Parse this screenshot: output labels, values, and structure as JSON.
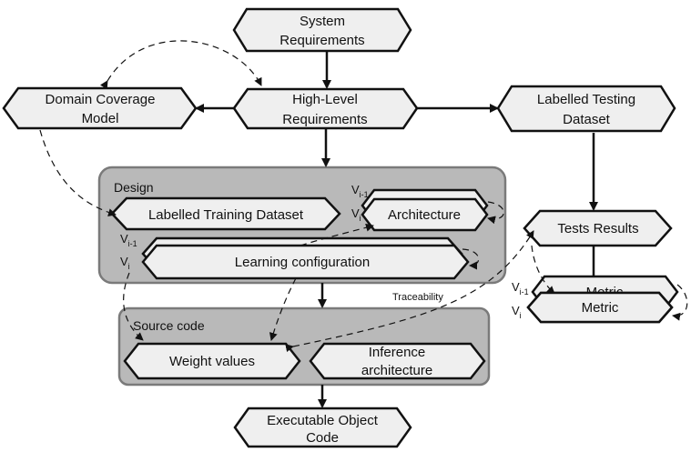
{
  "nodes": {
    "system_requirements": [
      "System",
      "Requirements"
    ],
    "domain_coverage_model": [
      "Domain Coverage",
      "Model"
    ],
    "high_level_requirements": [
      "High-Level",
      "Requirements"
    ],
    "labelled_testing_dataset": [
      "Labelled Testing",
      "Dataset"
    ],
    "labelled_training_dataset": "Labelled Training Dataset",
    "architecture": "Architecture",
    "learning_configuration": "Learning configuration",
    "tests_results": "Tests Results",
    "metric_back": "Metric",
    "metric": "Metric",
    "weight_values": "Weight values",
    "inference_architecture": [
      "Inference",
      "architecture"
    ],
    "executable_object_code": [
      "Executable Object",
      "Code"
    ]
  },
  "groups": {
    "design": "Design",
    "source_code": "Source code"
  },
  "versions": {
    "v": "V",
    "prev_sub": "i-1",
    "cur_sub": "i"
  },
  "annotations": {
    "traceability": "Traceability"
  },
  "colors": {
    "node_fill": "#efefef",
    "group_fill": "#b9b9b9",
    "group_stroke": "#7a7a7a",
    "line": "#111111"
  }
}
